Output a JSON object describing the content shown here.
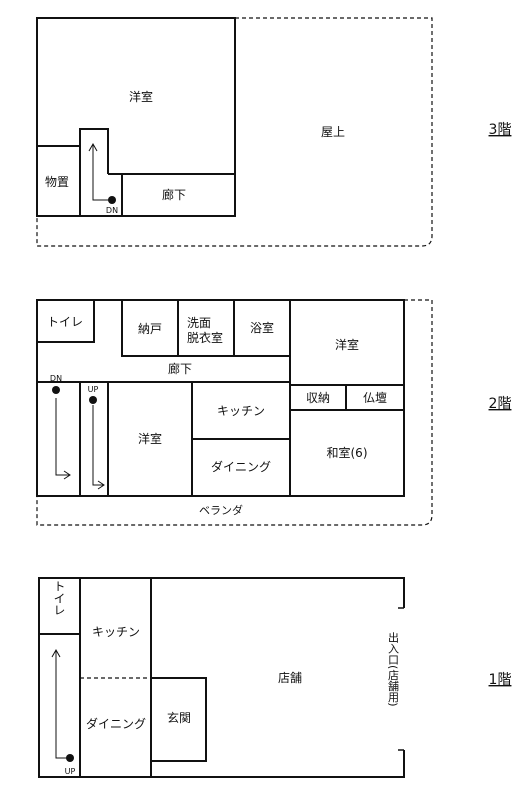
{
  "floor3": {
    "floor_label": "3階",
    "rooms": {
      "youshitsu": "洋室",
      "monooki": "物置",
      "rouka": "廊下",
      "okujou": "屋上"
    },
    "stair_label": "DN"
  },
  "floor2": {
    "floor_label": "2階",
    "rooms": {
      "toilet": "トイレ",
      "nando": "納戸",
      "senmen1": "洗面",
      "senmen2": "脱衣室",
      "yokushitsu": "浴室",
      "youshitsu_right": "洋室",
      "rouka": "廊下",
      "shuunou": "収納",
      "butsudan": "仏壇",
      "kitchen": "キッチン",
      "youshitsu_center": "洋室",
      "washitsu": "和室(6)",
      "dining": "ダイニング",
      "veranda": "ベランダ"
    },
    "stair_dn": "DN",
    "stair_up": "UP"
  },
  "floor1": {
    "floor_label": "1階",
    "rooms": {
      "toilet": "トイレ",
      "kitchen": "キッチン",
      "dining": "ダイニング",
      "genkan": "玄関",
      "tenpo": "店舗",
      "entrance": "出入口(店舗用)"
    },
    "stair_up": "UP"
  }
}
